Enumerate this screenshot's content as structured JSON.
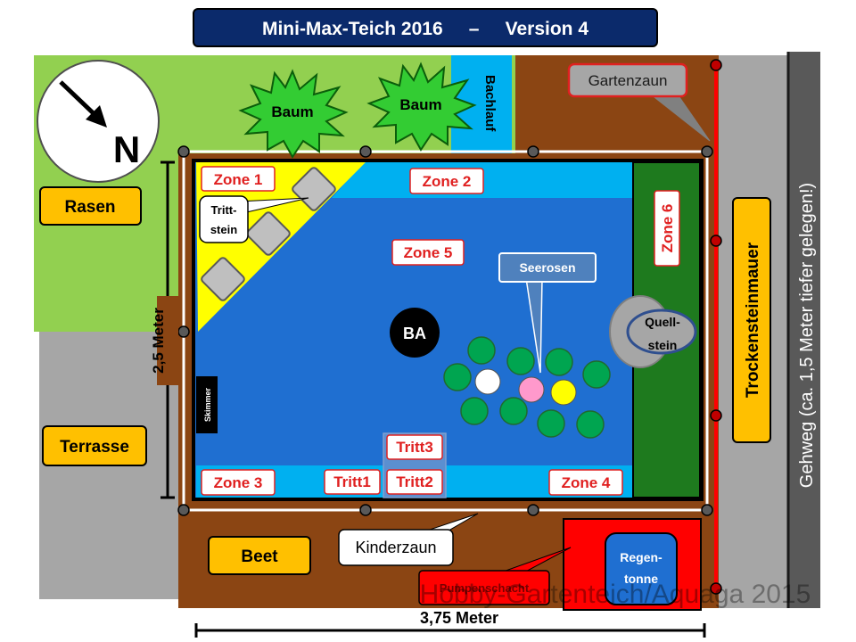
{
  "title": "Mini-Max-Teich 2016     –     Version 4",
  "compass": {
    "letter": "N"
  },
  "labels": {
    "baum1": "Baum",
    "baum2": "Baum",
    "bachlauf": "Bachlauf",
    "gartenzaun": "Gartenzaun",
    "rasen": "Rasen",
    "terrasse": "Terrasse",
    "beet": "Beet",
    "trockensteinmauer": "Trockensteinmauer",
    "gehweg": "Gehweg (ca. 1,5 Meter tiefer gelegen!)",
    "trittstein_1": "Tritt-",
    "trittstein_2": "stein",
    "seerosen": "Seerosen",
    "quellstein_1": "Quell-",
    "quellstein_2": "stein",
    "ba": "BA",
    "skimmer": "Skimmer",
    "kinderzaun": "Kinderzaun",
    "pumpenschacht": "Pumpenschacht",
    "regentonne_1": "Regen-",
    "regentonne_2": "tonne",
    "watermark": "Hobby-Gartenteich/Aquaga 2015"
  },
  "zones": {
    "zone1": "Zone 1",
    "zone2": "Zone 2",
    "zone3": "Zone 3",
    "zone4": "Zone 4",
    "zone5": "Zone 5",
    "zone6": "Zone 6"
  },
  "tritt": {
    "tritt1": "Tritt1",
    "tritt2": "Tritt2",
    "tritt3": "Tritt3"
  },
  "dimensions": {
    "height": "2,5 Meter",
    "width": "3,75 Meter"
  },
  "colors": {
    "title_bg": "#0b2a6b",
    "grass": "#92d050",
    "soil": "#8b4513",
    "paving": "#a6a6a6",
    "pond_deep": "#1f6fd1",
    "pond_shallow": "#00b0f0",
    "zone6_green": "#1e7a1e",
    "zone1_yellow": "#ffff00",
    "label_orange": "#ffc000",
    "fence_red": "#ff0000",
    "lily_green": "#00a550",
    "lily_pink": "#ff99cc",
    "lily_yellow": "#ffff00",
    "callout_blue": "#4f81bd"
  }
}
